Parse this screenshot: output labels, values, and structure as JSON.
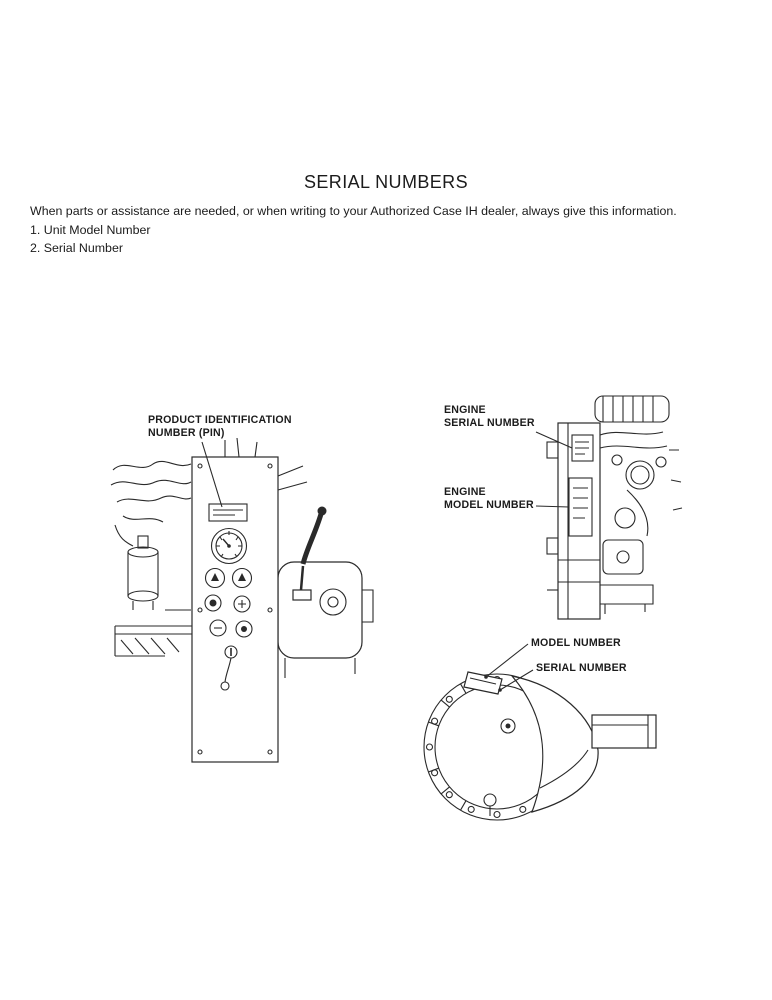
{
  "document": {
    "title": "SERIAL NUMBERS",
    "intro": "When parts or assistance are needed, or when writing to your Authorized Case IH dealer, always give this information.",
    "items": [
      "1.  Unit Model Number",
      "2.  Serial Number"
    ]
  },
  "labels": {
    "pin": {
      "line1": "PRODUCT IDENTIFICATION",
      "line2": "NUMBER (PIN)"
    },
    "engine_serial": {
      "line1": "ENGINE",
      "line2": "SERIAL NUMBER"
    },
    "engine_model": {
      "line1": "ENGINE",
      "line2": "MODEL NUMBER"
    },
    "axle_model": "MODEL NUMBER",
    "axle_serial": "SERIAL NUMBER"
  }
}
